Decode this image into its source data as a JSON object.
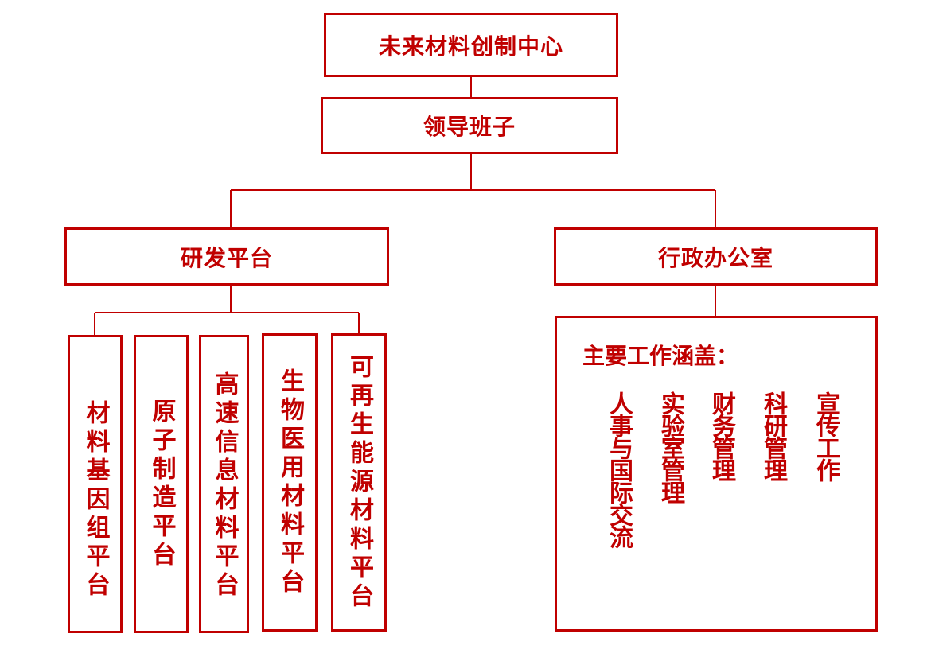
{
  "diagram": {
    "top_node": "未来材料创制中心",
    "leadership_node": "领导班子",
    "branches": {
      "rd": "研发平台",
      "admin": "行政办公室"
    },
    "platforms": [
      "材料基因组平台",
      "原子制造平台",
      "高速信息材料平台",
      "生物医用材料平台",
      "可再生能源材料平台"
    ],
    "admin_panel": {
      "title": "主要工作涵盖：",
      "duties": [
        "人事与国际交流",
        "实验室管理",
        "财务管理",
        "科研管理",
        "宣传工作"
      ]
    }
  },
  "colors": {
    "accent": "#c00000",
    "background": "#ffffff"
  }
}
